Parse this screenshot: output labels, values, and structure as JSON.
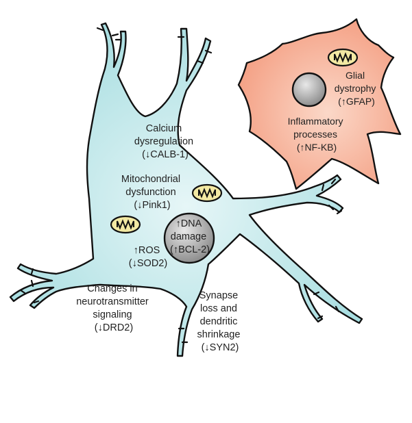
{
  "colors": {
    "neuron_fill": "#a6dde0",
    "neuron_fill_light": "#e6f6f7",
    "glia_fill": "#f49f83",
    "glia_fill_light": "#fbd8c8",
    "outline": "#111111",
    "nucleus_gray": "#8e8e8e",
    "mito_fill": "#f3e9a3"
  },
  "neuron": {
    "calcium": [
      "Calcium",
      "dysregulation",
      "(↓CALB-1)"
    ],
    "mito": [
      "Mitochondrial",
      "dysfunction",
      "(↓Pink1)"
    ],
    "ros": [
      "↑ROS",
      "(↓SOD2)"
    ],
    "dna": [
      "↑DNA",
      "damage",
      "(↑BCL-2)"
    ]
  },
  "outside": {
    "neurotransmitter": [
      "Changes in",
      "neurotransmitter",
      "signaling",
      "(↓DRD2)"
    ],
    "synapse": [
      "Synapse",
      "loss and",
      "dendritic",
      "shrinkage",
      "(↓SYN2)"
    ]
  },
  "glia": {
    "dystrophy": [
      "Glial",
      "dystrophy",
      "(↑GFAP)"
    ],
    "inflammatory": [
      "Inflammatory",
      "processes",
      "(↑NF-KB)"
    ]
  },
  "icons": [
    "mitochondrion-icon",
    "nucleus-icon"
  ]
}
